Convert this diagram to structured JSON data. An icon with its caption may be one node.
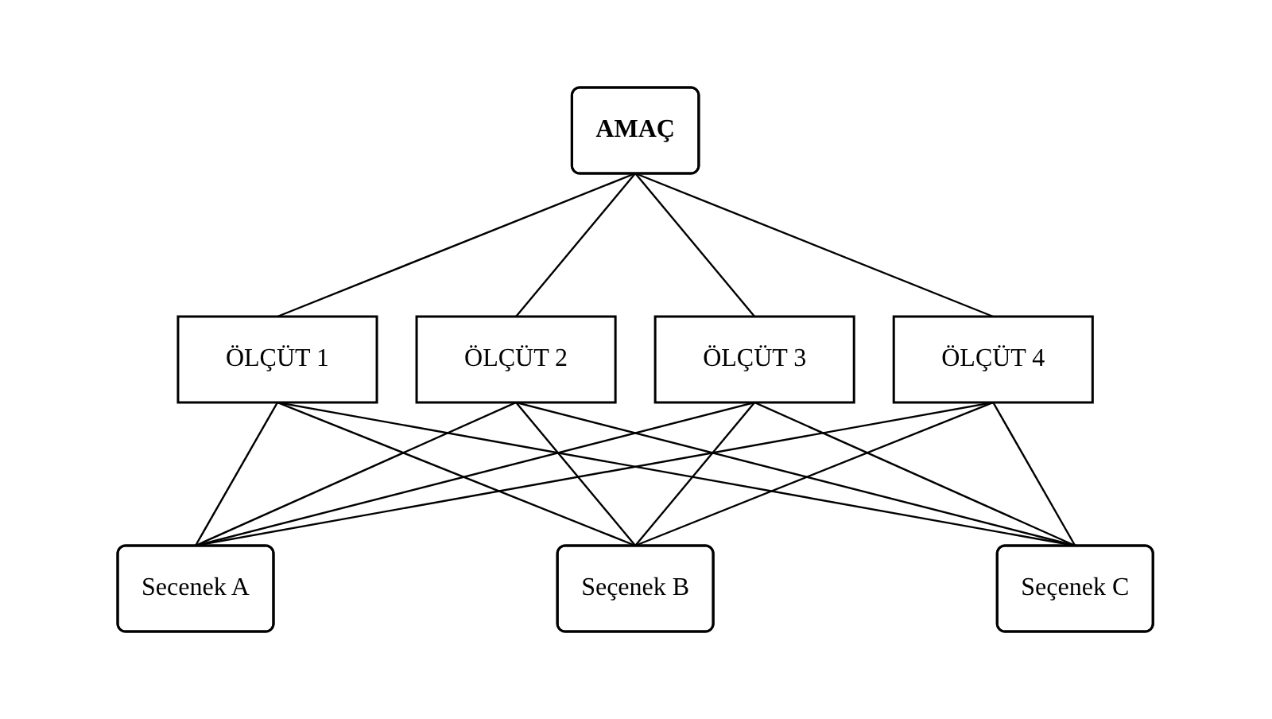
{
  "diagram": {
    "nodes": [
      {
        "text": [
          "AMAÇ"
        ]
      },
      {
        "text": [
          "ÖLÇÜT 1"
        ]
      },
      {
        "text": [
          "ÖLÇÜT 2"
        ]
      },
      {
        "text": [
          "ÖLÇÜT 3"
        ]
      },
      {
        "text": [
          "ÖLÇÜT 4"
        ]
      },
      {
        "text": [
          "Secenek A"
        ]
      },
      {
        "text": [
          "Seçenek B"
        ]
      },
      {
        "text": [
          "Seçenek C"
        ]
      }
    ],
    "edges": [
      {
        "from": 0,
        "to": 1,
        "arrow": "none"
      },
      {
        "from": 0,
        "to": 2,
        "arrow": "none"
      },
      {
        "from": 0,
        "to": 3,
        "arrow": "none"
      },
      {
        "from": 0,
        "to": 4,
        "arrow": "none"
      },
      {
        "from": 1,
        "to": 5,
        "arrow": "none"
      },
      {
        "from": 1,
        "to": 6,
        "arrow": "none"
      },
      {
        "from": 1,
        "to": 7,
        "arrow": "none"
      },
      {
        "from": 2,
        "to": 5,
        "arrow": "none"
      },
      {
        "from": 2,
        "to": 6,
        "arrow": "none"
      },
      {
        "from": 2,
        "to": 7,
        "arrow": "none"
      },
      {
        "from": 3,
        "to": 5,
        "arrow": "none"
      },
      {
        "from": 3,
        "to": 6,
        "arrow": "none"
      },
      {
        "from": 3,
        "to": 7,
        "arrow": "none"
      },
      {
        "from": 4,
        "to": 5,
        "arrow": "none"
      },
      {
        "from": 4,
        "to": 6,
        "arrow": "none"
      },
      {
        "from": 4,
        "to": 7,
        "arrow": "none"
      }
    ]
  }
}
